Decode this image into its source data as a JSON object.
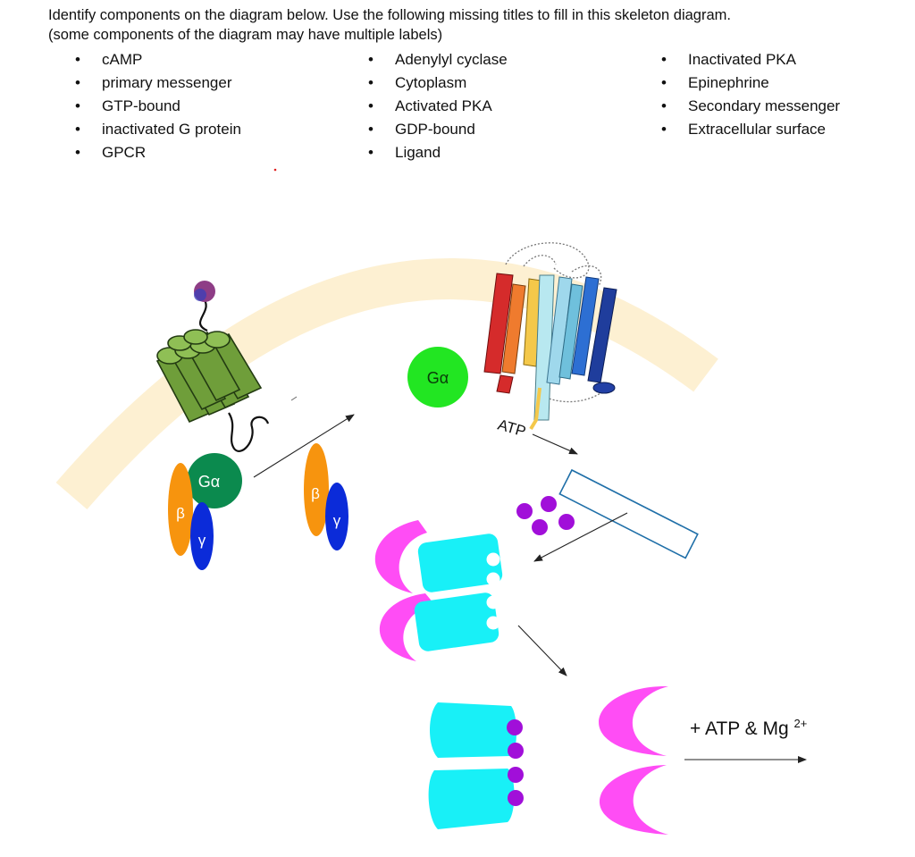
{
  "instructions": {
    "line1": "Identify components on the diagram below. Use the following missing titles to fill in this skeleton diagram.",
    "line2": "(some components of the diagram may have multiple labels)"
  },
  "word_bank": {
    "column1": [
      "cAMP",
      "primary messenger",
      "GTP-bound",
      "inactivated G protein",
      "GPCR"
    ],
    "column2": [
      "Adenylyl cyclase",
      "Cytoplasm",
      "Activated PKA",
      "GDP-bound",
      "Ligand"
    ],
    "column3": [
      "Inactivated PKA",
      "Epinephrine",
      "Secondary messenger",
      "Extracellular surface"
    ]
  },
  "diagram": {
    "g_alpha": "Gα",
    "beta": "β",
    "gamma": "γ",
    "atp": "ATP",
    "reaction_prefix": "+ ATP & Mg",
    "reaction_superscript": "2+"
  },
  "colors": {
    "membrane": "#fdf0d2",
    "gpcr": "#6f9e3a",
    "g_alpha_bound": "#0b8a4e",
    "g_alpha_free": "#22e622",
    "beta": "#f7940e",
    "gamma": "#0b2bd9",
    "camp": "#a10fd9",
    "pka_regulatory": "#ff4df5",
    "pka_catalytic": "#18f0f7",
    "empty_box": "#1f6fa8"
  }
}
